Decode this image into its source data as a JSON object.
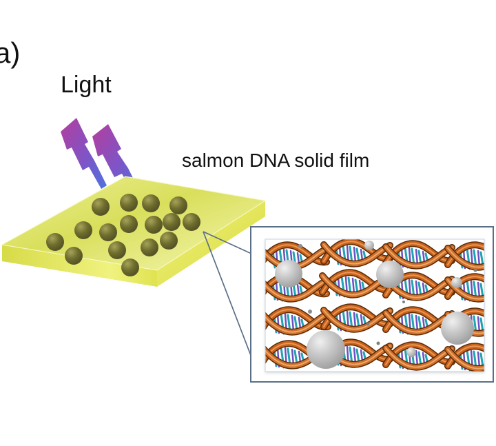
{
  "labels": {
    "panel": "a)",
    "light": "Light",
    "film": "salmon DNA solid film"
  },
  "colors": {
    "film_top": "#e5ea6b",
    "film_edge": "#cfd33d",
    "bead": "#6f6d2b",
    "bolt_top": "#b23fa1",
    "bolt_bottom": "#4f6fd8",
    "dna_strand": "#c9621b",
    "callout_border": "#5a6f87",
    "sphere": "#b9b9b9"
  },
  "icons": {
    "light_source": "lightning-bolt-icon"
  }
}
